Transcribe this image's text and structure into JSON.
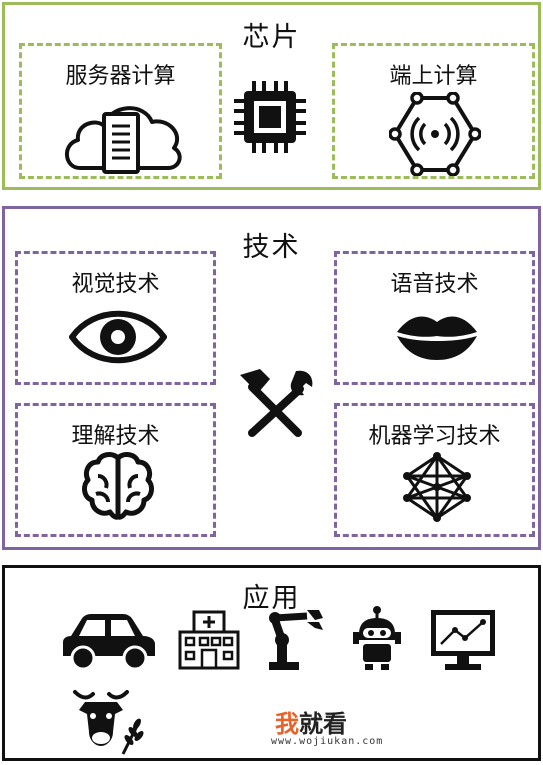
{
  "colors": {
    "chip_border": "#9cbb59",
    "tech_border": "#8064a2",
    "app_border": "#111111",
    "watermark_accent": "#e8632a"
  },
  "chip": {
    "title": "芯片",
    "server": {
      "label": "服务器计算",
      "icon": "cloud-server-icon"
    },
    "center_icon": "chip-icon",
    "edge": {
      "label": "端上计算",
      "icon": "edge-network-icon"
    }
  },
  "tech": {
    "title": "技术",
    "vision": {
      "label": "视觉技术",
      "icon": "eye-icon"
    },
    "speech": {
      "label": "语音技术",
      "icon": "lips-icon"
    },
    "understanding": {
      "label": "理解技术",
      "icon": "brain-icon"
    },
    "ml": {
      "label": "机器学习技术",
      "icon": "neural-network-icon"
    },
    "center_icon": "tools-icon"
  },
  "app": {
    "title": "应用",
    "icons": [
      "car-icon",
      "hospital-icon",
      "robot-arm-icon",
      "robot-icon",
      "monitor-chart-icon",
      "cow-wheat-icon"
    ]
  },
  "watermark": {
    "brand_first": "我",
    "brand_rest": "就看",
    "url": "www.wojiukan.com"
  }
}
